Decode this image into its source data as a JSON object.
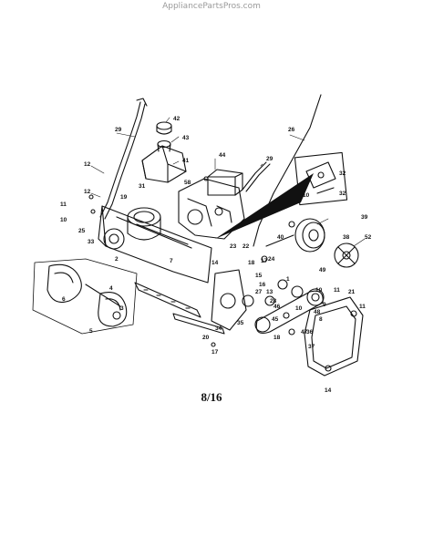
{
  "watermark": "AppliancePartsPros.com",
  "page_number": "8/16",
  "callouts": [
    "42",
    "43",
    "41",
    "58",
    "44",
    "29",
    "29",
    "31",
    "12",
    "12",
    "11",
    "10",
    "25",
    "33",
    "19",
    "26",
    "32",
    "32",
    "10",
    "39",
    "40",
    "38",
    "52",
    "23",
    "22",
    "21",
    "18",
    "17",
    "15",
    "16",
    "24",
    "2",
    "7",
    "1",
    "13",
    "10",
    "9",
    "8",
    "49",
    "48",
    "47",
    "46",
    "45",
    "35",
    "34",
    "28",
    "27",
    "20",
    "6",
    "5",
    "4",
    "3",
    "11",
    "11",
    "14",
    "17",
    "18",
    "14",
    "10",
    "37",
    "36"
  ]
}
